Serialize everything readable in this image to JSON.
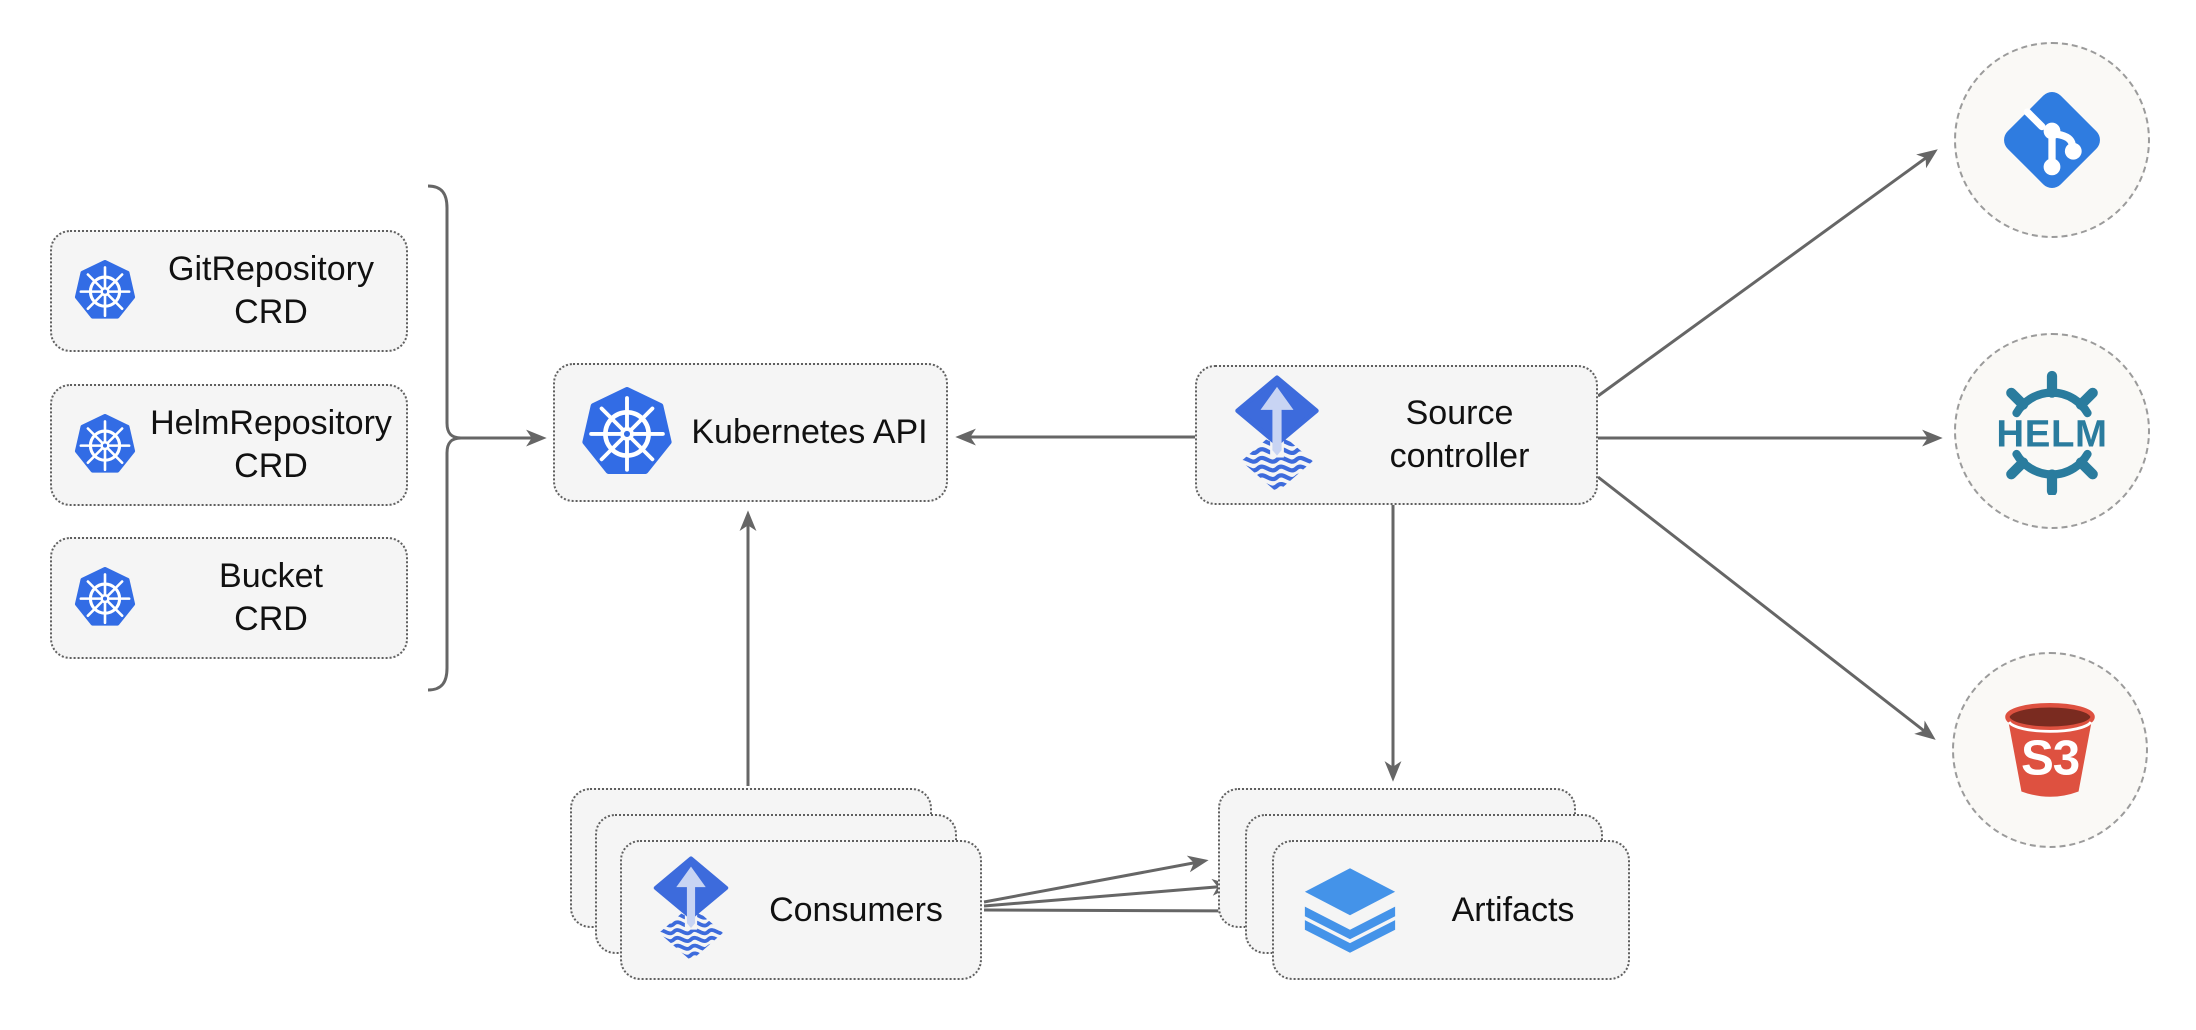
{
  "colors": {
    "k8s_blue": "#326CE5",
    "flux_blue": "#3D6BDC",
    "flux_arrow": "#C8D4F3",
    "layers_blue": "#4493E9",
    "helm_teal": "#2A7C9E",
    "s3_red": "#DE5140",
    "s3_dark": "#7A2B20",
    "git_blue": "#2F7CE0",
    "line_gray": "#666666",
    "node_bg": "#F5F5F5",
    "node_border": "#5F5F5F",
    "circle_bg": "#FAF9F6",
    "circle_border": "#9B9B9B",
    "label_text": "#111111"
  },
  "nodes": {
    "crds": [
      {
        "line1": "GitRepository",
        "line2": "CRD",
        "icon": "kubernetes"
      },
      {
        "line1": "HelmRepository",
        "line2": "CRD",
        "icon": "kubernetes"
      },
      {
        "line1": "Bucket",
        "line2": "CRD",
        "icon": "kubernetes"
      }
    ],
    "kubernetes_api": {
      "label": "Kubernetes API",
      "icon": "kubernetes"
    },
    "source_controller": {
      "line1": "Source",
      "line2": "controller",
      "icon": "flux"
    },
    "consumers": {
      "label": "Consumers",
      "icon": "flux",
      "stack_count": 3
    },
    "artifacts": {
      "label": "Artifacts",
      "icon": "layers",
      "stack_count": 3
    },
    "externals": {
      "git": {
        "icon": "git"
      },
      "helm": {
        "icon": "helm",
        "label": "HELM"
      },
      "s3": {
        "icon": "s3-bucket",
        "label": "S3"
      }
    }
  },
  "edges": [
    {
      "from": "crd-group-bracket",
      "to": "kubernetes-api"
    },
    {
      "from": "source-controller",
      "to": "kubernetes-api"
    },
    {
      "from": "consumers",
      "to": "kubernetes-api"
    },
    {
      "from": "source-controller",
      "to": "artifacts"
    },
    {
      "from": "source-controller",
      "to": "git-circle"
    },
    {
      "from": "source-controller",
      "to": "helm-circle"
    },
    {
      "from": "source-controller",
      "to": "s3-circle"
    },
    {
      "from": "consumers",
      "to": "artifacts",
      "lines": 3
    }
  ]
}
